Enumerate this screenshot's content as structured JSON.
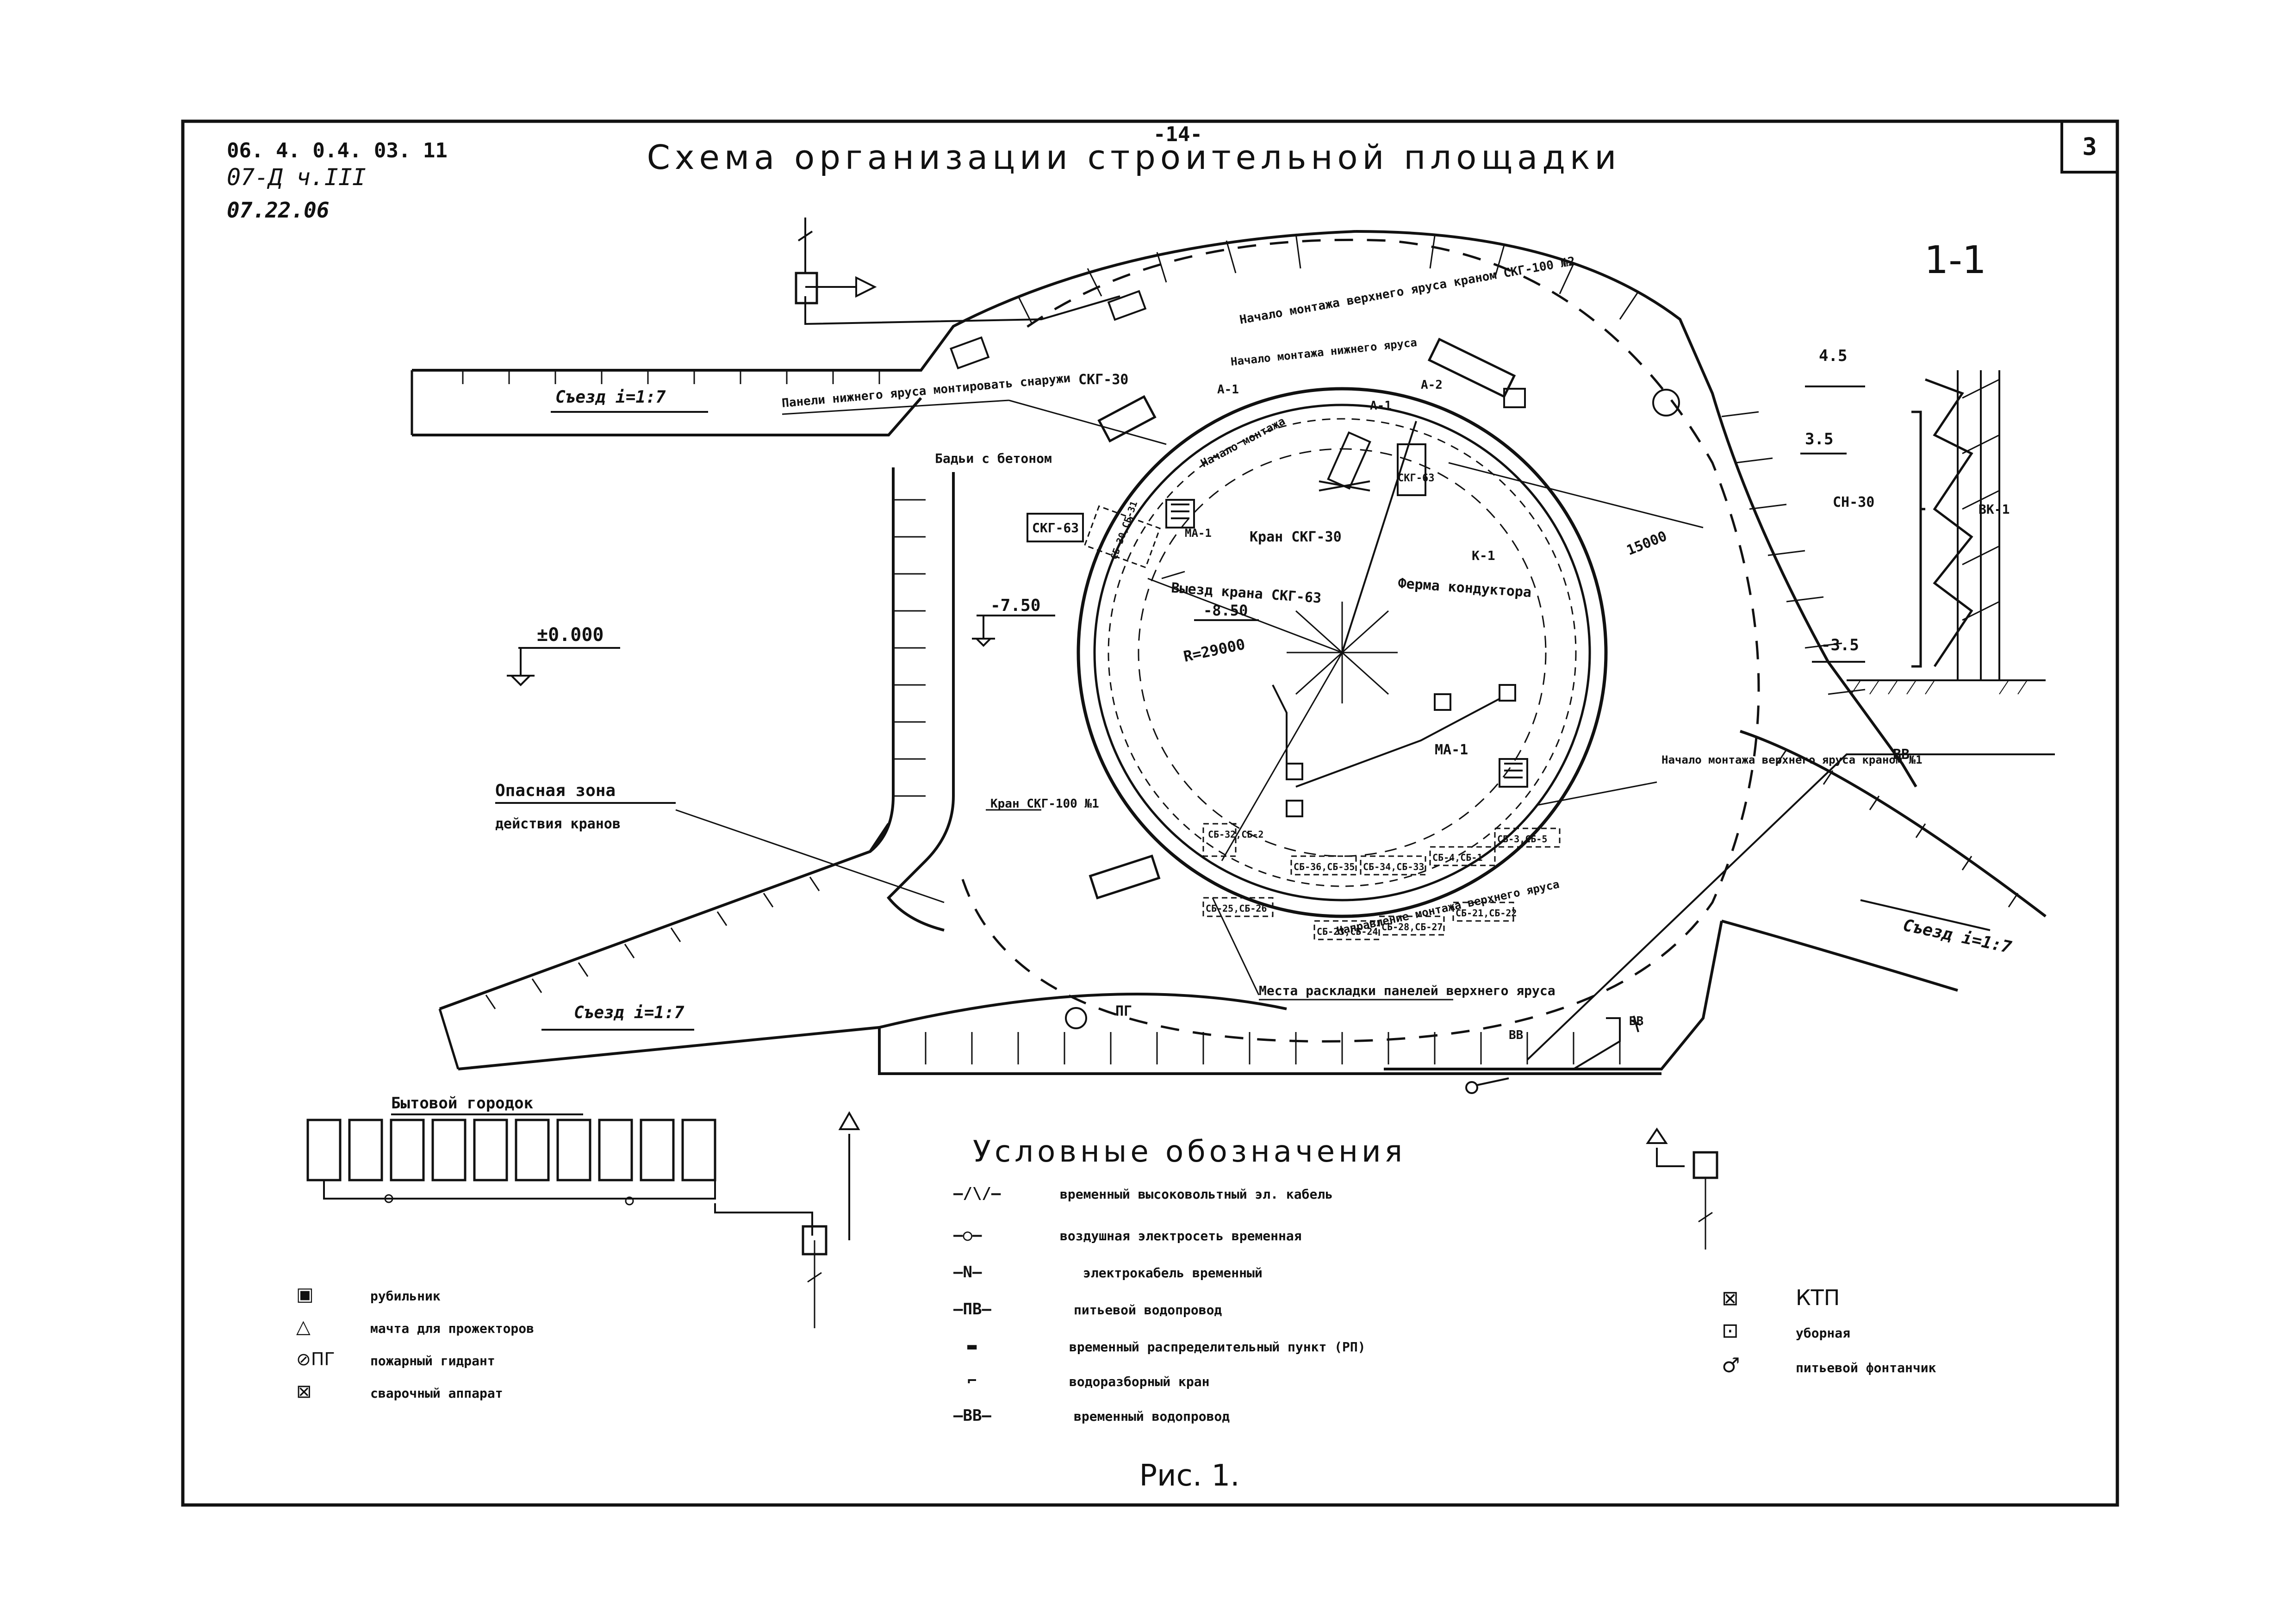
{
  "sheet": {
    "code_line1": "06. 4. 0.4. 03. 11",
    "code_line2": "07-Д ч.III",
    "code_line3": "07.22.06",
    "page_number": "-14-",
    "sheet_number": "3",
    "title": "Схема организации строительной площадки",
    "figure_caption": "Рис. 1."
  },
  "section": {
    "title": "1-1",
    "levels": [
      "4.5",
      "3.5",
      "-3.5"
    ],
    "element_labels": [
      "СН-30",
      "ВК-1"
    ]
  },
  "plan": {
    "ramps": [
      "Съезд i=1:7",
      "Съезд i=1:7",
      "Съезд i=1:7"
    ],
    "ground_levels": [
      "±0.000",
      "-7.50",
      "-8.50"
    ],
    "radius": "R=29000",
    "dimension": "15000",
    "bb_marks": [
      "ВВ",
      "ВВ",
      "ВВ"
    ],
    "pg": "ПГ",
    "danger_zone": [
      "Опасная зона",
      "действия кранов"
    ],
    "notes": [
      "Начало монтажа верхнего яруса краном СКГ-100 №2",
      "Начало монтажа нижнего яруса",
      "Панели нижнего яруса монтировать снаружи",
      "Бадьи с бетоном",
      "Кран СКГ-30",
      "Выезд крана СКГ-63",
      "Ферма кондуктора",
      "Начало монтажа верхнего яруса краном №1",
      "Места раскладки панелей верхнего яруса",
      "Направление монтажа верхнего яруса",
      "Кран СКГ-100 №1",
      "Начало монтажа"
    ],
    "equipment": [
      "СКГ-30",
      "СКГ-63",
      "А-1",
      "А-2",
      "А-1",
      "К-1",
      "МА-1",
      "МА-1",
      "СКГ-63"
    ],
    "panel_groups": [
      "СБ-32,СБ-2",
      "СБ-36,СБ-35",
      "СБ-34,СБ-33",
      "СБ-4,СБ-1",
      "СБ-3,СБ-5",
      "СБ-28,СБ-27",
      "СБ-23,СБ-24",
      "СБ-25,СБ-26",
      "СБ-21,СБ-22",
      "СБ-30,СБ-31"
    ]
  },
  "camp": {
    "title": "Бытовой городок"
  },
  "legend": {
    "title": "Условные обозначения",
    "left_items": [
      {
        "symbol": "▣",
        "label": "рубильник"
      },
      {
        "symbol": "△",
        "label": "мачта для прожекторов"
      },
      {
        "symbol": "⊘ПГ",
        "label": "пожарный гидрант"
      },
      {
        "symbol": "⊠",
        "label": "сварочный аппарат"
      }
    ],
    "center_items": [
      {
        "symbol": "—/\\/—",
        "label": "временный высоковольтный эл. кабель"
      },
      {
        "symbol": "—○—",
        "label": "воздушная электросеть временная"
      },
      {
        "symbol": "—N—",
        "label": "электрокабель временный"
      },
      {
        "symbol": "—ПВ—",
        "label": "питьевой водопровод"
      },
      {
        "symbol": "▬",
        "label": "временный распределительный пункт (РП)"
      },
      {
        "symbol": "⌐",
        "label": "водоразборный кран"
      },
      {
        "symbol": "—ВВ—",
        "label": "временный водопровод"
      }
    ],
    "right_items": [
      {
        "symbol": "⊠",
        "label": "КТП"
      },
      {
        "symbol": "⊡",
        "label": "уборная"
      },
      {
        "symbol": "♂",
        "label": "питьевой фонтанчик"
      }
    ]
  }
}
